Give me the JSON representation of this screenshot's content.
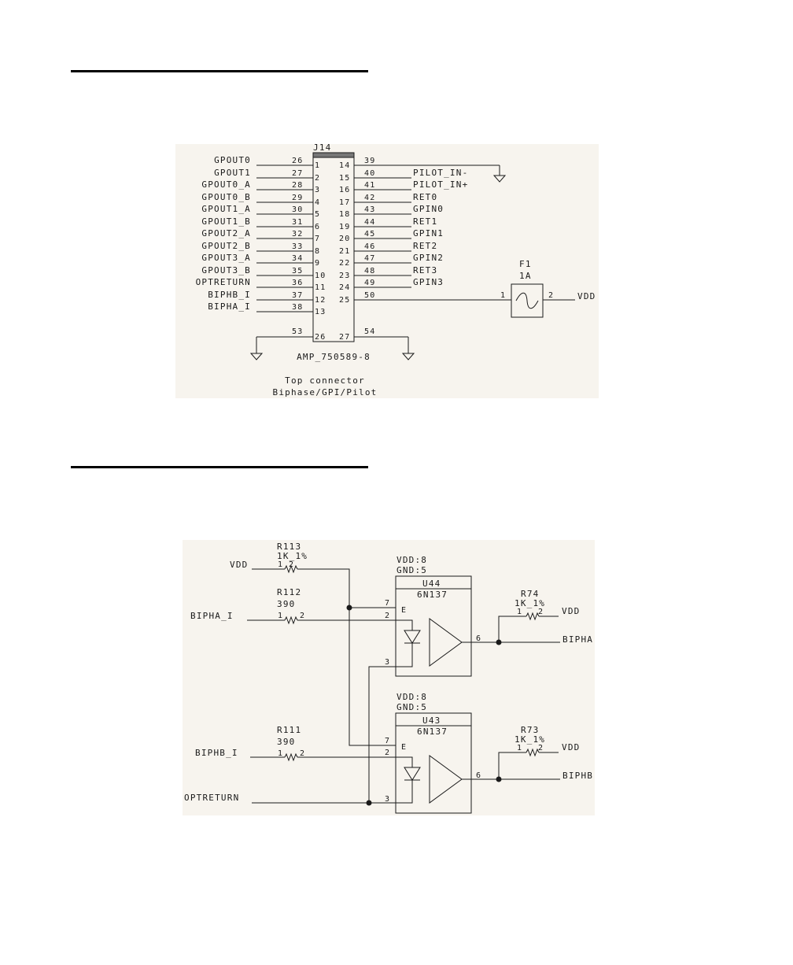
{
  "connector": {
    "ref": "J14",
    "part": "AMP_750589-8",
    "caption1": "Top connector",
    "caption2": "Biphase/GPI/Pilot",
    "left_signals": [
      {
        "name": "GPOUT0",
        "pin": "26",
        "num": "1"
      },
      {
        "name": "GPOUT1",
        "pin": "27",
        "num": "2"
      },
      {
        "name": "GPOUT0_A",
        "pin": "28",
        "num": "3"
      },
      {
        "name": "GPOUT0_B",
        "pin": "29",
        "num": "4"
      },
      {
        "name": "GPOUT1_A",
        "pin": "30",
        "num": "5"
      },
      {
        "name": "GPOUT1_B",
        "pin": "31",
        "num": "6"
      },
      {
        "name": "GPOUT2_A",
        "pin": "32",
        "num": "7"
      },
      {
        "name": "GPOUT2_B",
        "pin": "33",
        "num": "8"
      },
      {
        "name": "GPOUT3_A",
        "pin": "34",
        "num": "9"
      },
      {
        "name": "GPOUT3_B",
        "pin": "35",
        "num": "10"
      },
      {
        "name": "OPTRETURN",
        "pin": "36",
        "num": "11"
      },
      {
        "name": "BIPHB_I",
        "pin": "37",
        "num": "12"
      },
      {
        "name": "BIPHA_I",
        "pin": "38",
        "num": "13"
      }
    ],
    "right_signals": [
      {
        "name": "",
        "pin": "39",
        "num": "14"
      },
      {
        "name": "PILOT_IN-",
        "pin": "40",
        "num": "15"
      },
      {
        "name": "PILOT_IN+",
        "pin": "41",
        "num": "16"
      },
      {
        "name": "RET0",
        "pin": "42",
        "num": "17"
      },
      {
        "name": "GPIN0",
        "pin": "43",
        "num": "18"
      },
      {
        "name": "RET1",
        "pin": "44",
        "num": "19"
      },
      {
        "name": "GPIN1",
        "pin": "45",
        "num": "20"
      },
      {
        "name": "RET2",
        "pin": "46",
        "num": "21"
      },
      {
        "name": "GPIN2",
        "pin": "47",
        "num": "22"
      },
      {
        "name": "RET3",
        "pin": "48",
        "num": "23"
      },
      {
        "name": "GPIN3",
        "pin": "49",
        "num": "24"
      },
      {
        "name": "",
        "pin": "50",
        "num": "25"
      }
    ],
    "bottom_left": {
      "pin": "53",
      "num": "26"
    },
    "bottom_right": {
      "pin": "54",
      "num": "27"
    },
    "fuse": {
      "ref": "F1",
      "value": "1A",
      "pin1": "1",
      "pin2": "2",
      "net": "VDD"
    }
  },
  "opto": {
    "r113": {
      "ref": "R113",
      "value": "1K_1%",
      "p1": "1",
      "p2": "2"
    },
    "r112": {
      "ref": "R112",
      "value": "390",
      "p1": "1",
      "p2": "2"
    },
    "r111": {
      "ref": "R111",
      "value": "390",
      "p1": "1",
      "p2": "2"
    },
    "r74": {
      "ref": "R74",
      "value": "1K_1%",
      "p1": "1",
      "p2": "2"
    },
    "r73": {
      "ref": "R73",
      "value": "1K_1%",
      "p1": "1",
      "p2": "2"
    },
    "u44": {
      "vdd": "VDD:8",
      "gnd": "GND:5",
      "ref": "U44",
      "part": "6N137"
    },
    "u43": {
      "vdd": "VDD:8",
      "gnd": "GND:5",
      "ref": "U43",
      "part": "6N137"
    },
    "pins": {
      "p7": "7",
      "p2": "2",
      "p3": "3",
      "p6": "6",
      "e": "E"
    },
    "nets": {
      "vdd": "VDD",
      "bipha_i": "BIPHA_I",
      "biphb_i": "BIPHB_I",
      "optreturn": "OPTRETURN",
      "bipha": "BIPHA",
      "biphb": "BIPHB"
    }
  }
}
